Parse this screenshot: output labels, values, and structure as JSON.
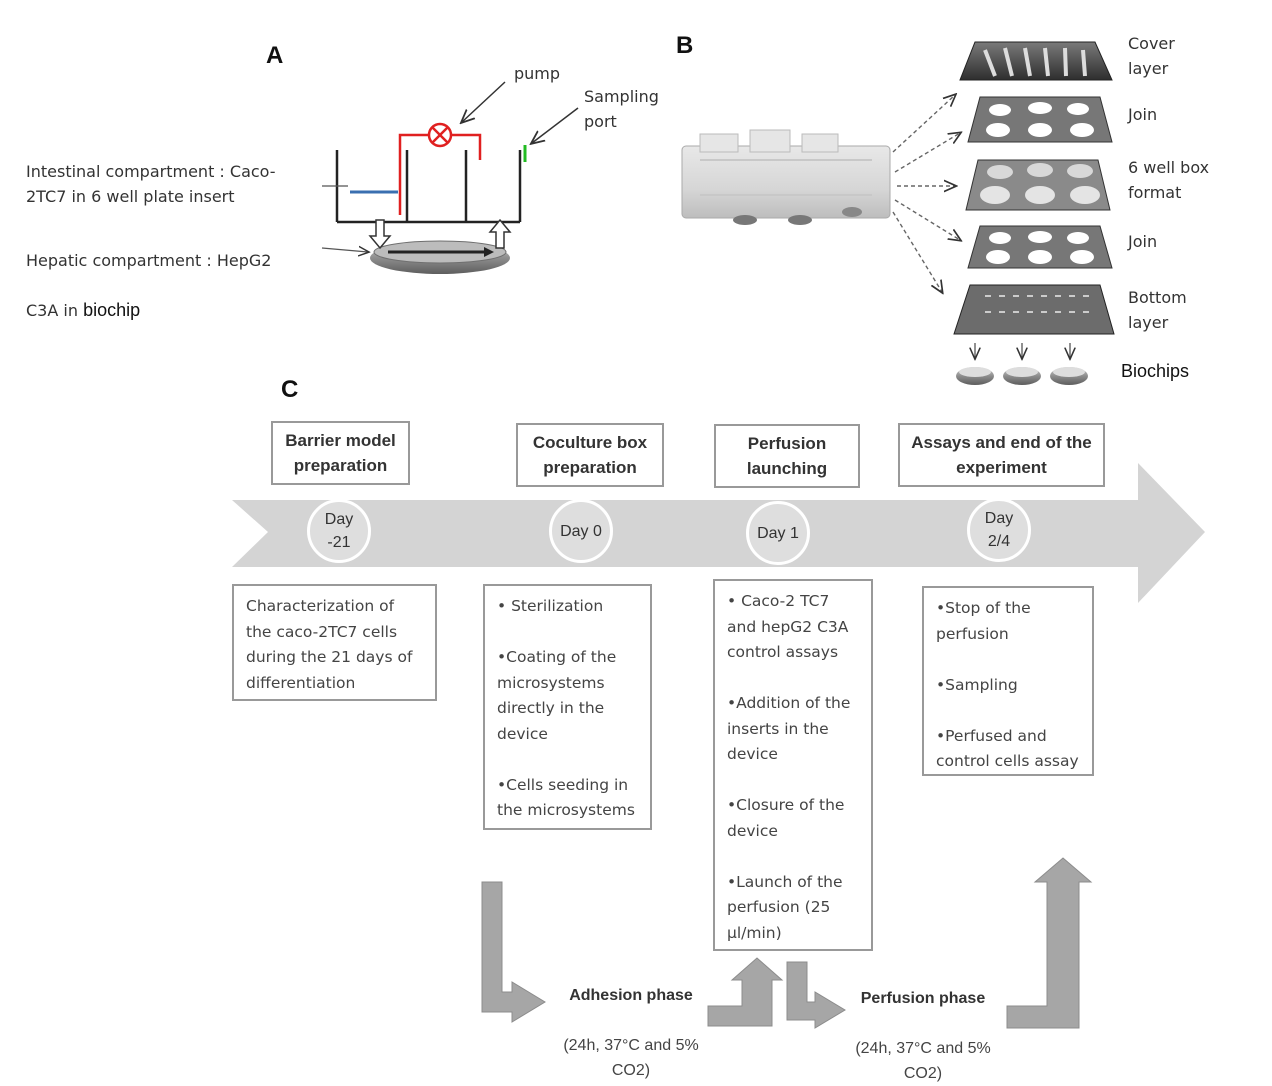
{
  "panel_a": {
    "letter": "A",
    "pump": "pump",
    "sampling_port": "Sampling\nport",
    "intestinal": "Intestinal compartment : Caco-\n2TC7 in 6 well plate insert",
    "hepatic_line1": "Hepatic compartment : HepG2",
    "hepatic_line2a": "C3A in ",
    "hepatic_line2b": "biochip"
  },
  "panel_b": {
    "letter": "B",
    "layers": [
      "Cover\nlayer",
      "Join",
      "6 well box\nformat",
      "Join",
      "Bottom\nlayer"
    ],
    "biochips": "Biochips"
  },
  "panel_c": {
    "letter": "C",
    "stages": [
      {
        "header": "Barrier model\npreparation",
        "day": "Day\n-21",
        "details": "Characterization of\nthe caco-2TC7 cells\nduring the 21 days of\ndifferentiation"
      },
      {
        "header": "Coculture box\npreparation",
        "day": "Day 0",
        "details": "• Sterilization\n\n•Coating of the\nmicrosystems\ndirectly in the\ndevice\n\n•Cells seeding in\nthe microsystems"
      },
      {
        "header": "Perfusion\nlaunching",
        "day": "Day 1",
        "details": "• Caco-2 TC7\nand hepG2 C3A\ncontrol assays\n\n•Addition of the\ninserts in the\ndevice\n\n•Closure of the\ndevice\n\n•Launch of the\nperfusion (25\nµl/min)"
      },
      {
        "header": "Assays and end of the\nexperiment",
        "day": "Day\n2/4",
        "details": "•Stop of the\nperfusion\n\n•Sampling\n\n•Perfused and\ncontrol cells assay"
      }
    ],
    "phases": [
      {
        "title": "Adhesion phase",
        "detail": "(24h, 37°C and 5%\nCO2)"
      },
      {
        "title": "Perfusion phase",
        "detail": "(24h, 37°C and 5%\nCO2)"
      }
    ]
  },
  "colors": {
    "arrow_gray": "#d4d4d4",
    "flow_arrow": "#a6a6a6",
    "pump_red": "#e02020",
    "port_green": "#22bb22",
    "liquid_blue": "#3a6fb0"
  }
}
